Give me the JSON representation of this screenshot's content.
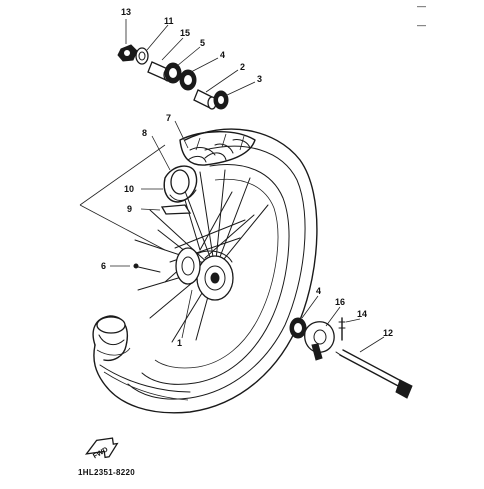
{
  "diagram": {
    "part_numbers": {
      "p1": "1",
      "p2": "2",
      "p3": "3",
      "p4a": "4",
      "p4b": "4",
      "p5": "5",
      "p6": "6",
      "p7": "7",
      "p8": "8",
      "p9": "9",
      "p10": "10",
      "p11": "11",
      "p12": "12",
      "p13": "13",
      "p14": "14",
      "p15": "15",
      "p16": "16"
    },
    "fwd_badge": "FWD",
    "drawing_code": "1HL2351-8220",
    "corner_marks": [
      "—",
      "—"
    ]
  }
}
